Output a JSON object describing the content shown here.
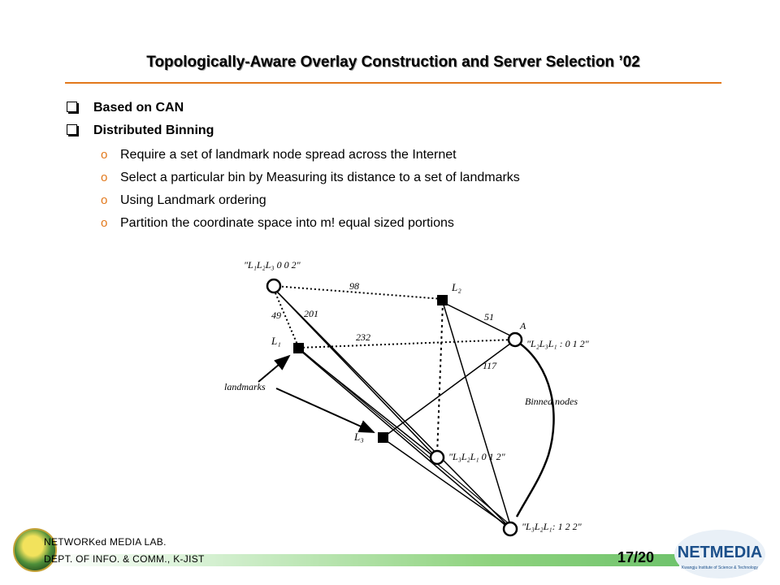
{
  "slide": {
    "title": "Topologically-Aware Overlay Construction and Server Selection ’02",
    "bullets": [
      {
        "text": "Based on CAN"
      },
      {
        "text": "Distributed Binning"
      }
    ],
    "sub_bullets": [
      {
        "text": "Require a set of landmark node spread across the Internet"
      },
      {
        "text": "Select a particular bin by Measuring its distance to a set of landmarks"
      },
      {
        "text": "Using Landmark ordering"
      },
      {
        "text": "Partition the coordinate space into m! equal sized portions"
      }
    ]
  },
  "diagram": {
    "labels": {
      "node_top": "\"L₁L₂L₃  0 0 2\"",
      "l2": "L₂",
      "l1": "L₁",
      "l3": "L₃",
      "a": "A",
      "node_a": "\"L₂L₃L₁ : 0 1 2\"",
      "landmarks": "landmarks",
      "binned_nodes": "Binned nodes",
      "node_mid": "\"L₃L₂L₁  0 1 2\"",
      "node_bottom": "\"L₃L₂L₁: 1 2 2\""
    },
    "weights": {
      "w98": "98",
      "w49": "49",
      "w201": "201",
      "w51": "51",
      "w232": "232",
      "w117": "117"
    }
  },
  "footer": {
    "lab_line1": "NETWORKed MEDIA LAB.",
    "lab_line2": "DEPT. OF INFO. & COMM., K-JIST",
    "page": "17/20",
    "right_logo": "NETMEDIA",
    "right_logo_sub": "Kwangju Institute of Science & Technology"
  },
  "colors": {
    "accent": "#e2781b",
    "footer_green": "#6fc36c"
  }
}
